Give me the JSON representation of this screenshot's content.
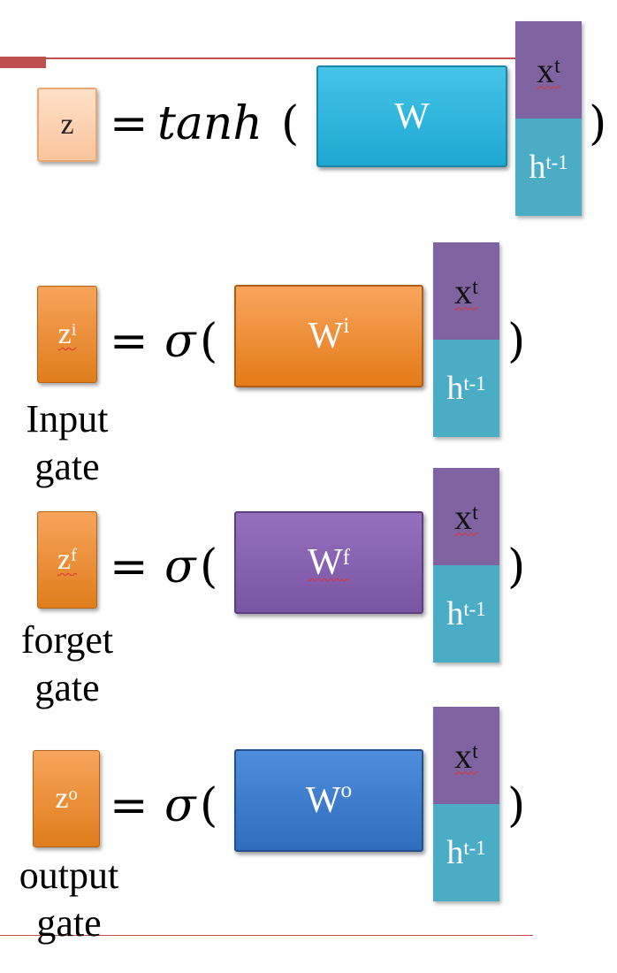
{
  "equations": [
    {
      "id": "cell",
      "z": "z",
      "z_sup": "",
      "equals": "=",
      "func": "tanh",
      "open": "(",
      "w": "W",
      "w_sup": "",
      "close": ")",
      "x": "x",
      "x_sup": "t",
      "h": "h",
      "h_sup": "t-1",
      "caption": []
    },
    {
      "id": "input",
      "z": "z",
      "z_sup": "i",
      "equals": "=",
      "func": "σ",
      "open": "(",
      "w": "W",
      "w_sup": "i",
      "close": ")",
      "x": "x",
      "x_sup": "t",
      "h": "h",
      "h_sup": "t-1",
      "caption": [
        "Input",
        "gate"
      ]
    },
    {
      "id": "forget",
      "z": "z",
      "z_sup": "f",
      "equals": "=",
      "func": "σ",
      "open": "(",
      "w": "W",
      "w_sup": "f",
      "close": ")",
      "x": "x",
      "x_sup": "t",
      "h": "h",
      "h_sup": "t-1",
      "caption": [
        "forget",
        "gate"
      ]
    },
    {
      "id": "output",
      "z": "z",
      "z_sup": "o",
      "equals": "=",
      "func": "σ",
      "open": "(",
      "w": "W",
      "w_sup": "o",
      "close": ")",
      "x": "x",
      "x_sup": "t",
      "h": "h",
      "h_sup": "t-1",
      "caption": [
        "output",
        "gate"
      ]
    }
  ],
  "colors": {
    "accent_rule": "#c0504d",
    "cell_z_box": "#fbd3b4",
    "gate_z_box": "#e8871e",
    "w_cell": "#31b6e0",
    "w_input": "#ee8a2a",
    "w_forget": "#8560b0",
    "w_output": "#3a7bcc",
    "x_block": "#8064a2",
    "h_block": "#4bacc6"
  }
}
